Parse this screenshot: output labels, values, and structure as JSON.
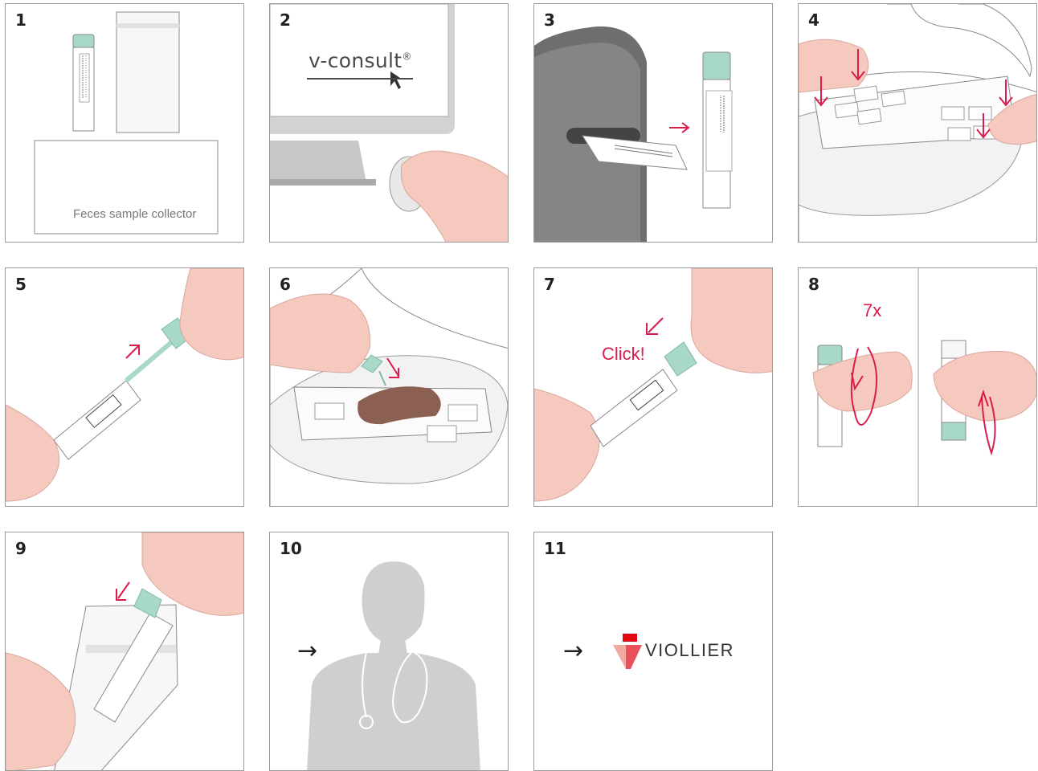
{
  "steps": [
    {
      "number": "1"
    },
    {
      "number": "2"
    },
    {
      "number": "3"
    },
    {
      "number": "4"
    },
    {
      "number": "5"
    },
    {
      "number": "6"
    },
    {
      "number": "7"
    },
    {
      "number": "8"
    },
    {
      "number": "9"
    },
    {
      "number": "10"
    },
    {
      "number": "11"
    }
  ],
  "step1": {
    "caption": "Feces sample collector"
  },
  "step2": {
    "logo_text": "v-consult",
    "logo_mark": "®"
  },
  "step7": {
    "annotation": "Click!"
  },
  "step8": {
    "annotation": "7x"
  },
  "step10": {
    "arrow": "→"
  },
  "step11": {
    "arrow": "→",
    "brand": "VIOLLIER"
  },
  "colors": {
    "accent": "#d91c4a",
    "tube_cap": "#a8d8c6",
    "skin": "#f6c9bf",
    "gray": "#d2d2d2"
  }
}
